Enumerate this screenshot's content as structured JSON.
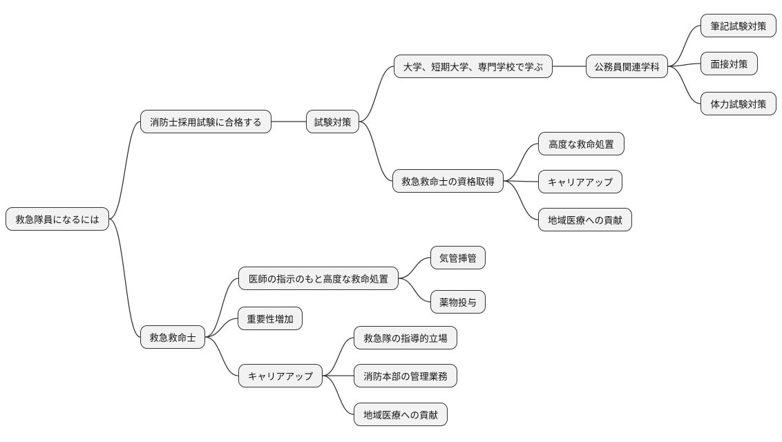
{
  "diagram_type": "mindmap",
  "nodes": {
    "root": {
      "label": "救急隊員になるには",
      "parent": null
    },
    "pass_exam": {
      "label": "消防士採用試験に合格する",
      "parent": "root"
    },
    "exam_prep": {
      "label": "試験対策",
      "parent": "pass_exam"
    },
    "study": {
      "label": "大学、短期大学、専門学校で学ぶ",
      "parent": "exam_prep"
    },
    "civil_service_dept": {
      "label": "公務員関連学科",
      "parent": "study"
    },
    "written_test": {
      "label": "筆記試験対策",
      "parent": "civil_service_dept"
    },
    "interview": {
      "label": "面接対策",
      "parent": "civil_service_dept"
    },
    "physical_test": {
      "label": "体力試験対策",
      "parent": "civil_service_dept"
    },
    "emt_cert": {
      "label": "救急救命士の資格取得",
      "parent": "exam_prep"
    },
    "advanced_care": {
      "label": "高度な救命処置",
      "parent": "emt_cert"
    },
    "career_up_1": {
      "label": "キャリアアップ",
      "parent": "emt_cert"
    },
    "community_1": {
      "label": "地域医療への貢献",
      "parent": "emt_cert"
    },
    "emt": {
      "label": "救急救命士",
      "parent": "root"
    },
    "doctor_directed": {
      "label": "医師の指示のもと高度な救命処置",
      "parent": "emt"
    },
    "intubation": {
      "label": "気管挿管",
      "parent": "doctor_directed"
    },
    "medication": {
      "label": "薬物投与",
      "parent": "doctor_directed"
    },
    "importance": {
      "label": "重要性増加",
      "parent": "emt"
    },
    "career_up_2": {
      "label": "キャリアアップ",
      "parent": "emt"
    },
    "squad_leader": {
      "label": "救急隊の指導的立場",
      "parent": "career_up_2"
    },
    "hq_admin": {
      "label": "消防本部の管理業務",
      "parent": "career_up_2"
    },
    "community_2": {
      "label": "地域医療への貢献",
      "parent": "career_up_2"
    }
  },
  "colors": {
    "node_fill": "#f2f2f2",
    "node_border": "#333333",
    "edge": "#333333",
    "text": "#111111",
    "background": "#ffffff"
  }
}
